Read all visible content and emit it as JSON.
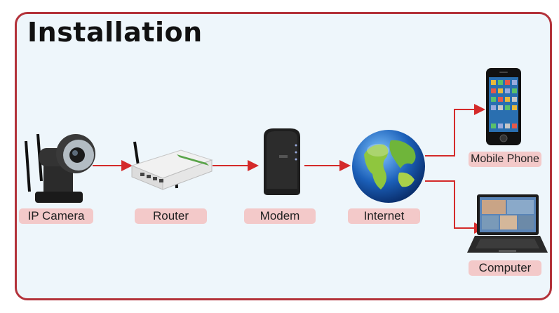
{
  "title": "Installation",
  "devices": {
    "ip_camera": "IP Camera",
    "router": "Router",
    "modem": "Modem",
    "internet": "Internet",
    "mobile_phone": "Mobile Phone",
    "computer": "Computer"
  },
  "colors": {
    "border": "#b3323a",
    "arrow": "#d42a2a",
    "label_bg": "#f3c9c9",
    "panel_bg": "#eef6fb"
  },
  "icons": [
    "ip-camera-icon",
    "router-icon",
    "modem-icon",
    "globe-icon",
    "mobile-phone-icon",
    "laptop-icon"
  ]
}
